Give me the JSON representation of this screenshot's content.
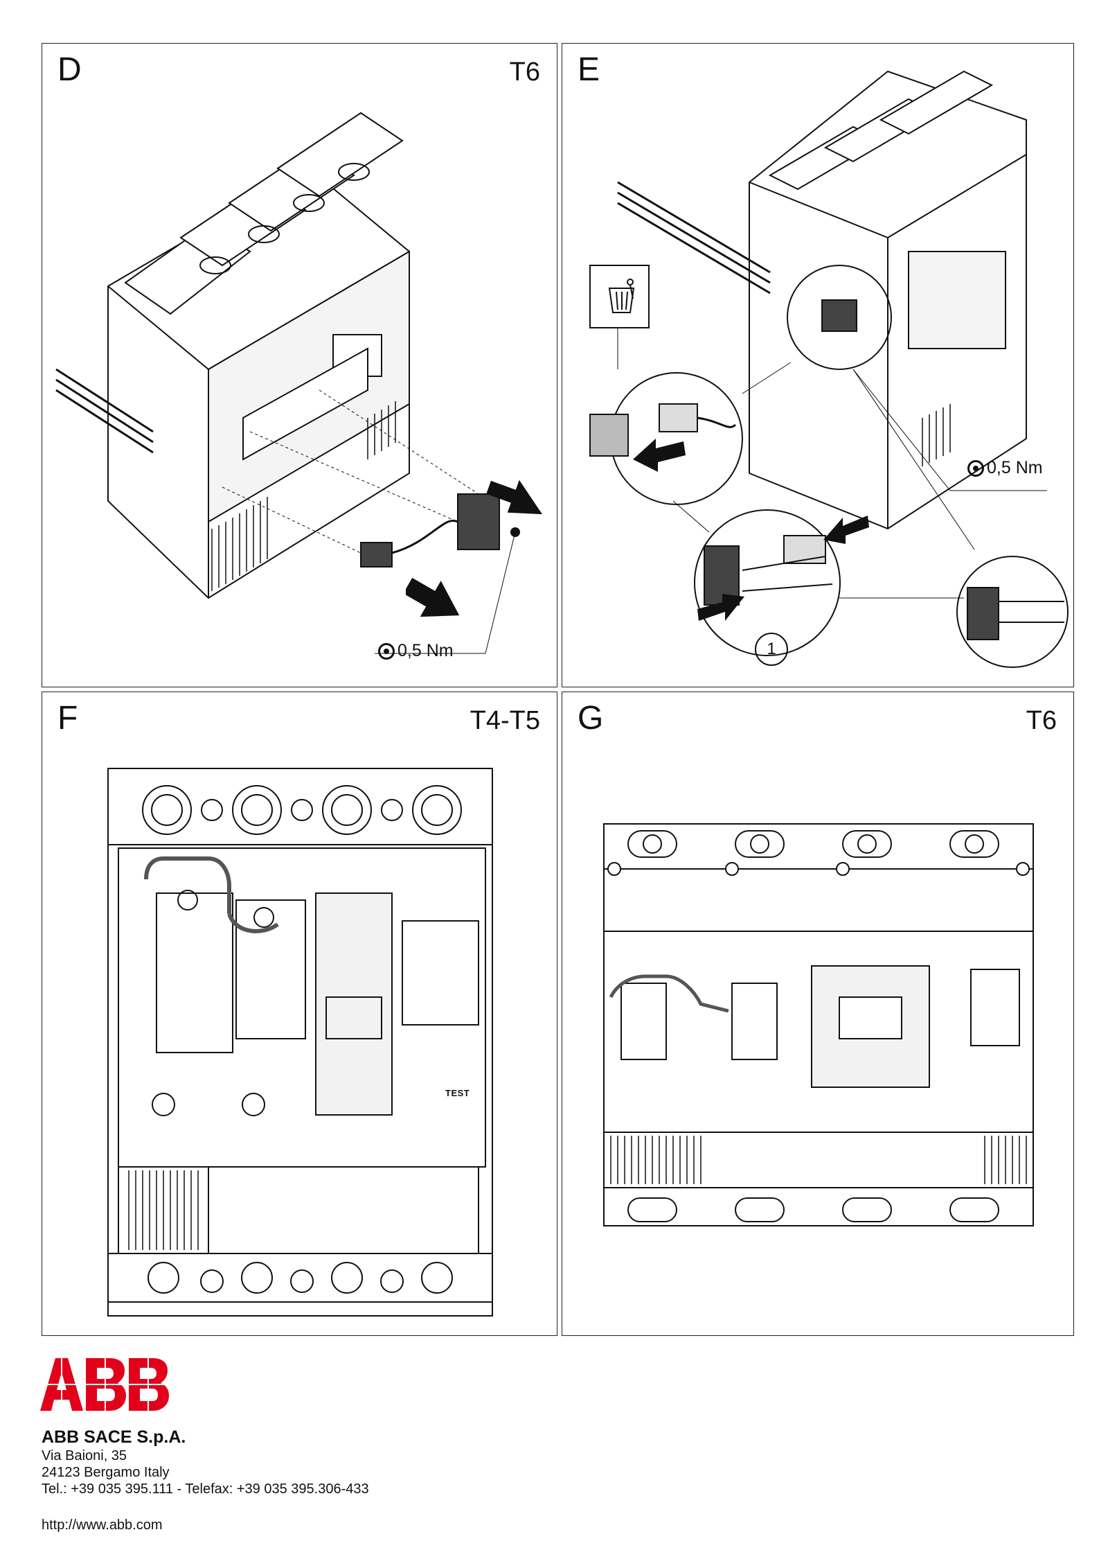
{
  "panels": {
    "d": {
      "letter": "D",
      "model": "T6",
      "torque": "0,5 Nm"
    },
    "e": {
      "letter": "E",
      "model": "",
      "torque": "0,5 Nm",
      "callout": "1"
    },
    "f": {
      "letter": "F",
      "model": "T4-T5",
      "test_label": "TEST"
    },
    "g": {
      "letter": "G",
      "model": "T6"
    }
  },
  "icons": [
    "torque-icon",
    "trash-bin-icon",
    "arrow-icon"
  ],
  "brand": {
    "logo_text": "ABB",
    "logo_color": "#e2001a"
  },
  "footer": {
    "company": "ABB SACE S.p.A.",
    "address_line1": "Via Baioni, 35",
    "address_line2": "24123 Bergamo Italy",
    "phone_fax": "Tel.: +39 035 395.111 - Telefax: +39 035 395.306-433",
    "url": "http://www.abb.com"
  }
}
